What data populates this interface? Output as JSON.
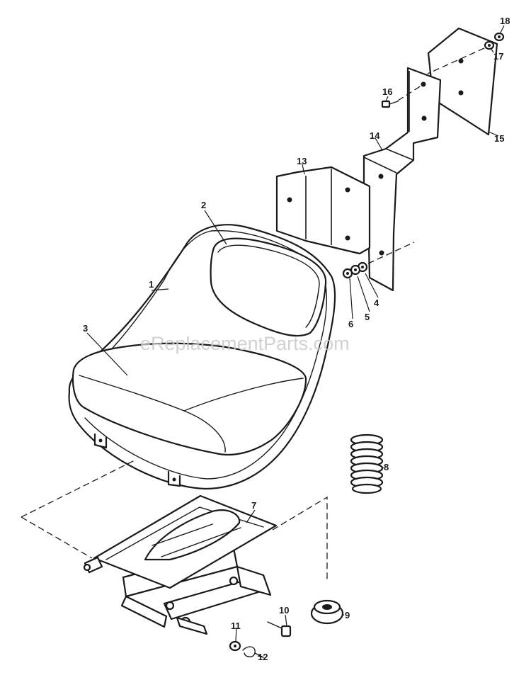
{
  "watermark": "eReplacementParts.com",
  "callouts": [
    "1",
    "2",
    "3",
    "4",
    "5",
    "6",
    "7",
    "8",
    "9",
    "10",
    "11",
    "12",
    "13",
    "14",
    "15",
    "16",
    "17",
    "18"
  ],
  "colors": {
    "line": "#1a1a1a",
    "background": "#ffffff",
    "watermark": "#c9c9c9"
  }
}
